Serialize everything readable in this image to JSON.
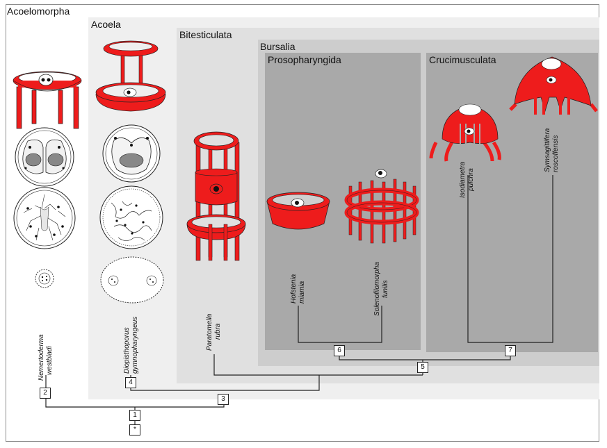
{
  "colors": {
    "acoelomorpha_bg": "#ffffff",
    "acoela_bg": "#efefef",
    "bitesticulata_bg": "#e0e0e0",
    "bursalia_bg": "#cdcdcd",
    "subclade_bg": "#a9a9a9",
    "muscle_red": "#ee1c1c"
  },
  "clades": {
    "acoelomorpha": "Acoelomorpha",
    "acoela": "Acoela",
    "bitesticulata": "Bitesticulata",
    "bursalia": "Bursalia",
    "prosopharyngida": "Prosopharyngida",
    "crucimusculata": "Crucimusculata"
  },
  "species": {
    "nemertoderma": [
      "Nemertoderma",
      "westbladi"
    ],
    "diopisthoporus": [
      "Diopisthoporus",
      "gymnopharyngeus"
    ],
    "paratomella": [
      "Paratomella",
      "rubra"
    ],
    "hofstenia": [
      "Hofstenia",
      "miamia"
    ],
    "solenofilomorpha": [
      "Solenofilomorpha",
      "funilis"
    ],
    "isodiametra": [
      "Isodiametra",
      "pulchra"
    ],
    "symsagittifera": [
      "Symsagittifera",
      "roscoffensis"
    ]
  },
  "nodes": {
    "n1": "1",
    "n2": "2",
    "n3": "3",
    "n4": "4",
    "n5": "5",
    "n6": "6",
    "n7": "7",
    "root": "*"
  },
  "icons": [
    "muscle-net-icon",
    "cross-section-icon",
    "pharynx-icon",
    "statocyst-icon"
  ]
}
